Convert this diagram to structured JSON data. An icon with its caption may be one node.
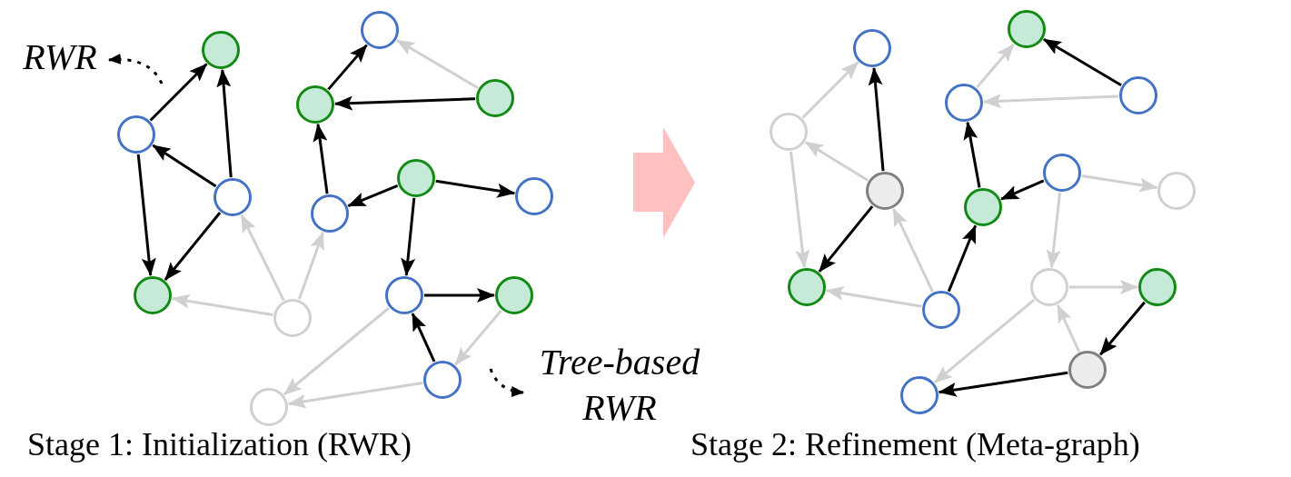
{
  "diagram": {
    "nodes": [
      {
        "text": [],
        "shape": "circle"
      },
      {
        "text": [],
        "shape": "circle"
      },
      {
        "text": [],
        "shape": "circle"
      },
      {
        "text": [],
        "shape": "circle"
      },
      {
        "text": [],
        "shape": "circle"
      },
      {
        "text": [],
        "shape": "circle"
      },
      {
        "text": [],
        "shape": "circle"
      },
      {
        "text": [],
        "shape": "circle"
      },
      {
        "text": [],
        "shape": "circle"
      },
      {
        "text": [],
        "shape": "circle"
      },
      {
        "text": [],
        "shape": "circle"
      },
      {
        "text": [],
        "shape": "circle"
      },
      {
        "text": [],
        "shape": "circle"
      },
      {
        "text": [],
        "shape": "circle"
      },
      {
        "text": [],
        "shape": "circle"
      },
      {
        "text": [],
        "shape": "circle"
      },
      {
        "text": [],
        "shape": "circle"
      },
      {
        "text": [],
        "shape": "circle"
      },
      {
        "text": [],
        "shape": "circle"
      },
      {
        "text": [],
        "shape": "circle"
      },
      {
        "text": [],
        "shape": "circle"
      },
      {
        "text": [],
        "shape": "circle"
      },
      {
        "text": [],
        "shape": "circle"
      },
      {
        "text": [],
        "shape": "circle"
      },
      {
        "text": [],
        "shape": "circle"
      },
      {
        "text": [],
        "shape": "circle"
      },
      {
        "text": [],
        "shape": "circle"
      },
      {
        "text": [],
        "shape": "circle"
      },
      {
        "text": [],
        "shape": "circle"
      },
      {
        "text": [],
        "shape": "circle"
      },
      {
        "text": [
          "RWR"
        ]
      },
      {
        "text": [
          "Tree-based RWR"
        ]
      }
    ],
    "edges": [
      {
        "from": 1,
        "to": 0,
        "arrow": "to"
      },
      {
        "from": 2,
        "to": 0,
        "arrow": "to"
      },
      {
        "from": 2,
        "to": 1,
        "arrow": "to"
      },
      {
        "from": 1,
        "to": 3,
        "arrow": "to"
      },
      {
        "from": 2,
        "to": 3,
        "arrow": "to"
      },
      {
        "from": 4,
        "to": 3,
        "arrow": "to",
        "color": "#d0d0d0"
      },
      {
        "from": 4,
        "to": 2,
        "arrow": "to",
        "color": "#d0d0d0"
      },
      {
        "from": 4,
        "to": 8,
        "arrow": "to",
        "color": "#d0d0d0"
      },
      {
        "from": 8,
        "to": 5,
        "arrow": "to"
      },
      {
        "from": 5,
        "to": 6,
        "arrow": "to"
      },
      {
        "from": 7,
        "to": 5,
        "arrow": "to"
      },
      {
        "from": 7,
        "to": 6,
        "arrow": "to",
        "color": "#d0d0d0"
      },
      {
        "from": 9,
        "to": 8,
        "arrow": "to"
      },
      {
        "from": 9,
        "to": 10,
        "arrow": "to"
      },
      {
        "from": 9,
        "to": 11,
        "arrow": "to"
      },
      {
        "from": 11,
        "to": 12,
        "arrow": "to"
      },
      {
        "from": 13,
        "to": 11,
        "arrow": "to"
      },
      {
        "from": 12,
        "to": 13,
        "arrow": "to",
        "color": "#d0d0d0"
      },
      {
        "from": 11,
        "to": 14,
        "arrow": "to",
        "color": "#d0d0d0"
      },
      {
        "from": 13,
        "to": 14,
        "arrow": "to",
        "color": "#d0d0d0"
      },
      {
        "from": 16,
        "to": 15,
        "arrow": "to",
        "color": "#d0d0d0"
      },
      {
        "from": 17,
        "to": 15,
        "arrow": "to"
      },
      {
        "from": 17,
        "to": 16,
        "arrow": "to",
        "color": "#d0d0d0"
      },
      {
        "from": 16,
        "to": 18,
        "arrow": "to",
        "color": "#d0d0d0"
      },
      {
        "from": 17,
        "to": 18,
        "arrow": "to"
      },
      {
        "from": 19,
        "to": 18,
        "arrow": "to",
        "color": "#d0d0d0"
      },
      {
        "from": 19,
        "to": 17,
        "arrow": "to",
        "color": "#d0d0d0"
      },
      {
        "from": 19,
        "to": 24,
        "arrow": "to"
      },
      {
        "from": 24,
        "to": 21,
        "arrow": "to"
      },
      {
        "from": 21,
        "to": 20,
        "arrow": "to",
        "color": "#d0d0d0"
      },
      {
        "from": 22,
        "to": 20,
        "arrow": "to"
      },
      {
        "from": 22,
        "to": 21,
        "arrow": "to",
        "color": "#d0d0d0"
      },
      {
        "from": 23,
        "to": 24,
        "arrow": "to"
      },
      {
        "from": 23,
        "to": 25,
        "arrow": "to",
        "color": "#d0d0d0"
      },
      {
        "from": 23,
        "to": 26,
        "arrow": "to",
        "color": "#d0d0d0"
      },
      {
        "from": 26,
        "to": 27,
        "arrow": "to",
        "color": "#d0d0d0"
      },
      {
        "from": 28,
        "to": 26,
        "arrow": "to",
        "color": "#d0d0d0"
      },
      {
        "from": 27,
        "to": 28,
        "arrow": "to"
      },
      {
        "from": 26,
        "to": 29,
        "arrow": "to",
        "color": "#d0d0d0"
      },
      {
        "from": 28,
        "to": 29,
        "arrow": "to"
      },
      {
        "from": null,
        "to": 30,
        "arrow": "to",
        "style": "dashed"
      },
      {
        "from": null,
        "to": 31,
        "arrow": "to",
        "style": "dashed"
      }
    ],
    "labels": [
      "Stage 1: Initialization (RWR)",
      "Stage 2: Refinement (Meta-graph)"
    ]
  }
}
